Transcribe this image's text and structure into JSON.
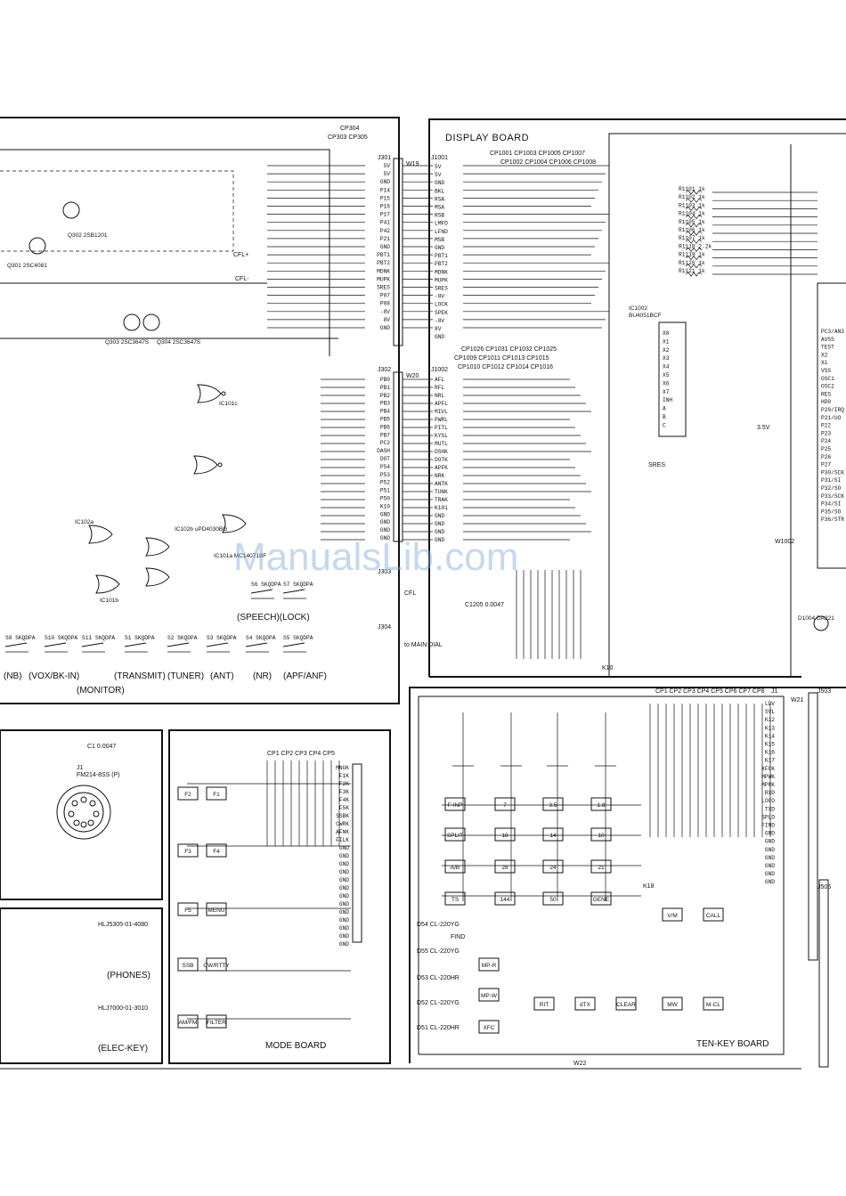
{
  "watermark": "ManualsLib.com",
  "boards": {
    "display": "DISPLAY BOARD",
    "mode": "MODE BOARD",
    "tenkey": "TEN-KEY BOARD"
  },
  "labels": {
    "speech_lock": "(SPEECH)(LOCK)",
    "nb": "(NB)",
    "vox": "(VOX/BK-IN)",
    "transmit": "(TRANSMIT)",
    "tuner": "(TUNER)",
    "ant": "(ANT)",
    "nr": "(NR)",
    "apf": "(APF/ANF)",
    "monitor": "(MONITOR)",
    "phones": "(PHONES)",
    "elec_key": "(ELEC-KEY)",
    "cfl": "CFL",
    "to_main_dial": "to MAIN DIAL",
    "cfl_plus": "CFL+",
    "cfl_minus": "CFL-"
  },
  "connectors": {
    "w19": "W19",
    "w20": "W20",
    "w21": "W21",
    "w22": "W22",
    "j1001": "J1001",
    "j1002": "J1002",
    "j301": "J301",
    "j302": "J302",
    "j303": "J303",
    "j304": "J304",
    "j1": "J1",
    "j503": "J503",
    "j505": "J505",
    "jphones": "HLJ5305-01-4080",
    "jkey": "HLJ7000-01-3010",
    "jmic": "FM214-8SS (P)"
  },
  "ics": {
    "ic1002": "IC1002",
    "ic1002_part": "BU4051BCF",
    "ic101": "IC101c",
    "ic102": "IC102a",
    "ic104": "IC101b",
    "ic101a": "IC101a MC14071BF",
    "ic102b": "IC102b uPD4030BG",
    "q301": "Q301 2SC4081",
    "q302": "Q302 2SB1201",
    "q303": "Q303 2SC3647S",
    "q304": "Q304 2SC3647S",
    "d1004": "D1004 DA221"
  },
  "pins_j301": [
    "5V",
    "5V",
    "GND",
    "P14",
    "P15",
    "P16",
    "P17",
    "P41",
    "P42",
    "P21",
    "GND",
    "PBT1",
    "PBT2",
    "MDNK",
    "MUPK",
    "SRES",
    "P87",
    "P88",
    "-8V",
    "8V",
    "GND"
  ],
  "pins_j1001": [
    "5V",
    "5V",
    "GND",
    "BKL",
    "RSA",
    "MSA",
    "RSB",
    "LMFD",
    "LFND",
    "MSB",
    "GND",
    "PBT1",
    "PBT2",
    "MDNK",
    "MUPK",
    "SRES",
    "-8V",
    "LOCK",
    "SPEK",
    "-8V",
    "8V",
    "GND"
  ],
  "pins_j302": [
    "PB0",
    "PB1",
    "PB2",
    "PB3",
    "PB4",
    "PB5",
    "PB6",
    "PB7",
    "PC2",
    "DASH",
    "DOT",
    "P54",
    "P53",
    "P52",
    "P51",
    "P50",
    "K10",
    "GND",
    "GND",
    "GND",
    "GND"
  ],
  "pins_j1002": [
    "AFL",
    "RFL",
    "NRL",
    "APFL",
    "MIVL",
    "PWRL",
    "PITL",
    "KYSL",
    "MUTL",
    "DSHK",
    "DOTK",
    "APFK",
    "NRK",
    "ANTK",
    "TUNK",
    "TRAK",
    "K101",
    "GND",
    "GND",
    "GND",
    "GND"
  ],
  "pins_j1_tenkey": [
    "LDV",
    "SVL",
    "K12",
    "K13",
    "K14",
    "K15",
    "K16",
    "K17",
    "XFCK",
    "MPWK",
    "MPRK",
    "RXD",
    "LOCO",
    "TXD",
    "SPLD",
    "FIND",
    "GND",
    "GND",
    "GND",
    "GND",
    "GND",
    "GND",
    "GND"
  ],
  "pins_mode": [
    "MNUK",
    "F1K",
    "F2K",
    "F3K",
    "F4K",
    "F5K",
    "SSBK",
    "CWRK",
    "AFNK",
    "FILK",
    "GND",
    "GND",
    "GND",
    "GND",
    "GND",
    "GND",
    "GND",
    "GND",
    "GND",
    "GND",
    "GND",
    "GND",
    "GND"
  ],
  "pins_ic1002": [
    "X0",
    "X1",
    "X2",
    "X3",
    "X4",
    "X5",
    "X6",
    "X7",
    "INH",
    "A",
    "B",
    "C"
  ],
  "pins_right": [
    "PC3/AN3",
    "AVSS",
    "TEST",
    "X2",
    "X1",
    "VSS",
    "OSC1",
    "OSC2",
    "RES",
    "HD0",
    "P20/IRQ",
    "P21/UO",
    "P22",
    "P23",
    "P24",
    "P25",
    "P26",
    "P27",
    "P30/SCK",
    "P31/SI",
    "P32/SO",
    "P33/SCK",
    "P34/SI",
    "P35/SO",
    "P36/STR"
  ],
  "keys_tenkey": [
    "F-INP",
    "7",
    "3.5",
    "1.8",
    "SPLIT",
    "18",
    "14",
    "10",
    "A/B",
    "28",
    "24",
    "21",
    "TS",
    "144",
    "50",
    "GENE",
    "V/M",
    "CALL",
    "RIT",
    "dTX",
    "CLEAR",
    "MW",
    "M-CL",
    "MP-R",
    "MP-W",
    "XFC"
  ],
  "keys_mode": [
    "F2",
    "F1",
    "F3",
    "F4",
    "F5",
    "MENU",
    "SSB",
    "CW/RTTY",
    "AM/FM",
    "FILTER"
  ],
  "switches": [
    "S8 SKQDPA",
    "S10 SKQDPA",
    "S11 SKQDPA",
    "S1 SKQDPA",
    "S2 SKQDPA",
    "S3 SKQDPA",
    "S4 SKQDPA",
    "S5 SKQDPA",
    "S6 SKQDPA",
    "S7 SKQDPA"
  ],
  "resistors_display": [
    "R1101 1k",
    "R1102 1k",
    "R1103 1k",
    "R1104 1k",
    "R1105 1k",
    "R1106 1k",
    "R1107 1k",
    "R1118 2.2k",
    "R1119 1k",
    "R1120 1k",
    "R1121 1k"
  ],
  "testpoints": {
    "cp_top": "CP1001 CP1003 CP1005 CP1007",
    "cp_top2": "CP1002 CP1004 CP1006 CP1008",
    "cp_mid": "CP1026 CP1031 CP1032 CP1025",
    "cp_mid2": "CP1009 CP1011 CP1013 CP1015",
    "cp_mid3": "CP1010 CP1012 CP1014 CP1016",
    "cp_tk": "CP1 CP2 CP3 CP4 CP5 CP6 CP7 CP8",
    "cp_mode": "CP1 CP2 CP3 CP4 CP5",
    "cp304": "CP304",
    "cp303_305": "CP303 CP305"
  },
  "misc": {
    "c1205": "C1205 0.0047",
    "w1002": "W1002",
    "v35": "3.5V",
    "sres": "SRES",
    "k10": "K10",
    "k18": "K18",
    "find": "FIND",
    "led_d54": "D54 CL-220YG",
    "led_d55": "D55 CL-220YG",
    "led_d53": "D53 CL-220HR",
    "led_d52": "D52 CL-220YG",
    "led_d51": "D51 CL-220HR",
    "c1": "C1 0.0047",
    "j1mic": "J1"
  }
}
